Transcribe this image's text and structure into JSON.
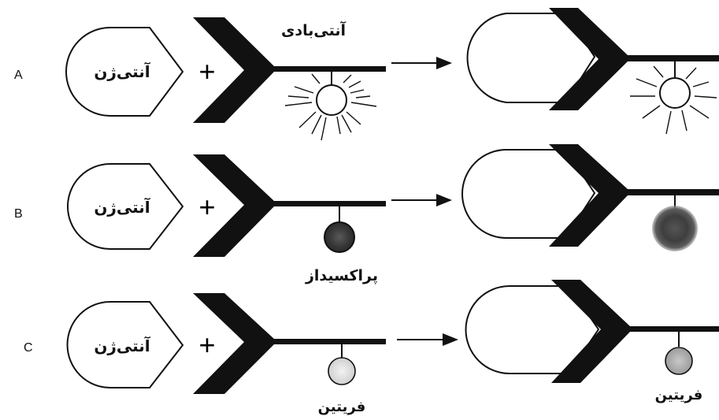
{
  "rows": [
    {
      "id": "A",
      "label": "A",
      "antigen_label": "آنتی‌ژن",
      "antibody_label": "آنتی‌بادی",
      "enzyme_label": "",
      "result_label": ""
    },
    {
      "id": "B",
      "label": "B",
      "antigen_label": "آنتی‌ژن",
      "antibody_label": "",
      "enzyme_label": "پراکسیداز",
      "result_label": ""
    },
    {
      "id": "C",
      "label": "C",
      "antigen_label": "آنتی‌ژن",
      "antibody_label": "",
      "enzyme_label": "فریتین",
      "result_label": "فریتین"
    }
  ],
  "symbols": {
    "plus": "+"
  },
  "colors": {
    "ink": "#111111",
    "peroxidase": "#3a3a3a",
    "peroxidase_result": "#4a4a4a",
    "ferritin": "#e6e6e6",
    "ferritin_result": "#bdbdbd",
    "fluorescent": "#ffffff"
  },
  "markers": {
    "A": "fluorescent-sun",
    "B": "peroxidase-dark-disk",
    "C": "ferritin-light-disk"
  }
}
